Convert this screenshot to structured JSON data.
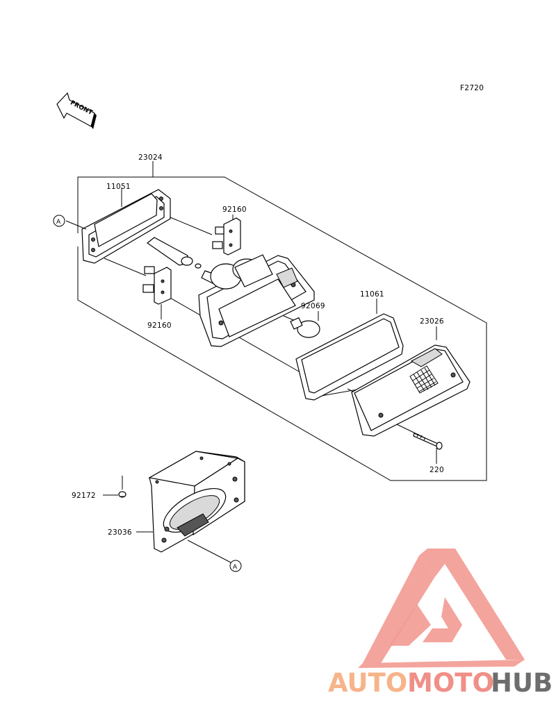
{
  "figure_code": "F2720",
  "front_marker": {
    "text": "FRONT",
    "icon": "front-arrow-icon"
  },
  "callouts": [
    {
      "id": "callout-a-top",
      "letter": "A"
    },
    {
      "id": "callout-a-bottom",
      "letter": "A"
    }
  ],
  "parts": {
    "tail_light_assembly": "23024",
    "lens_gasket": "11051",
    "socket_upper": "92160",
    "socket_lower": "92160",
    "bulb": "92069",
    "lens_seal": "11061",
    "lens_cover": "23026",
    "screw": "220",
    "bolt": "92172",
    "bracket": "23036"
  },
  "watermark": {
    "part1": "AUTO",
    "part2": "MOTO",
    "part3": "HUB",
    "colors": {
      "auto": "#f6b48a",
      "moto": "#f08f88",
      "hub": "#6d6d6d",
      "logo": "#f29a92"
    }
  }
}
